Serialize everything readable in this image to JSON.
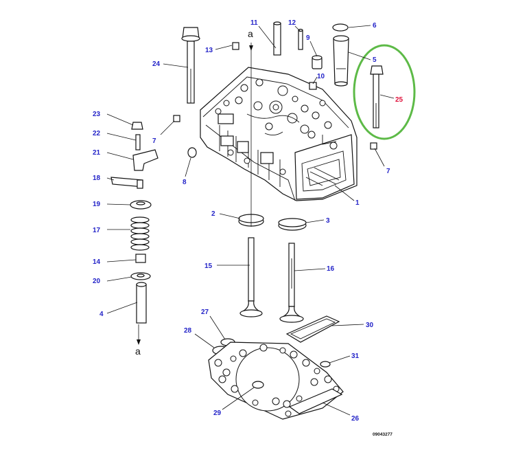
{
  "diagram": {
    "drawing_code": "09043277",
    "axis_marker": "a",
    "highlight_color": "#5dba47",
    "label_color": "#2323c8",
    "highlight_label_color": "#e0103a",
    "callouts": [
      {
        "id": "c24",
        "label": "24"
      },
      {
        "id": "c13",
        "label": "13"
      },
      {
        "id": "c11",
        "label": "11"
      },
      {
        "id": "c12",
        "label": "12"
      },
      {
        "id": "c9",
        "label": "9"
      },
      {
        "id": "c6",
        "label": "6"
      },
      {
        "id": "c5",
        "label": "5"
      },
      {
        "id": "c10",
        "label": "10"
      },
      {
        "id": "c25",
        "label": "25"
      },
      {
        "id": "c23",
        "label": "23"
      },
      {
        "id": "c22",
        "label": "22"
      },
      {
        "id": "c21",
        "label": "21"
      },
      {
        "id": "c18",
        "label": "18"
      },
      {
        "id": "c19",
        "label": "19"
      },
      {
        "id": "c17",
        "label": "17"
      },
      {
        "id": "c14",
        "label": "14"
      },
      {
        "id": "c20",
        "label": "20"
      },
      {
        "id": "c4",
        "label": "4"
      },
      {
        "id": "c7a",
        "label": "7"
      },
      {
        "id": "c7b",
        "label": "7"
      },
      {
        "id": "c8",
        "label": "8"
      },
      {
        "id": "c1",
        "label": "1"
      },
      {
        "id": "c2",
        "label": "2"
      },
      {
        "id": "c3",
        "label": "3"
      },
      {
        "id": "c15",
        "label": "15"
      },
      {
        "id": "c16",
        "label": "16"
      },
      {
        "id": "c27",
        "label": "27"
      },
      {
        "id": "c28",
        "label": "28"
      },
      {
        "id": "c30",
        "label": "30"
      },
      {
        "id": "c31",
        "label": "31"
      },
      {
        "id": "c29",
        "label": "29"
      },
      {
        "id": "c26",
        "label": "26"
      }
    ]
  }
}
